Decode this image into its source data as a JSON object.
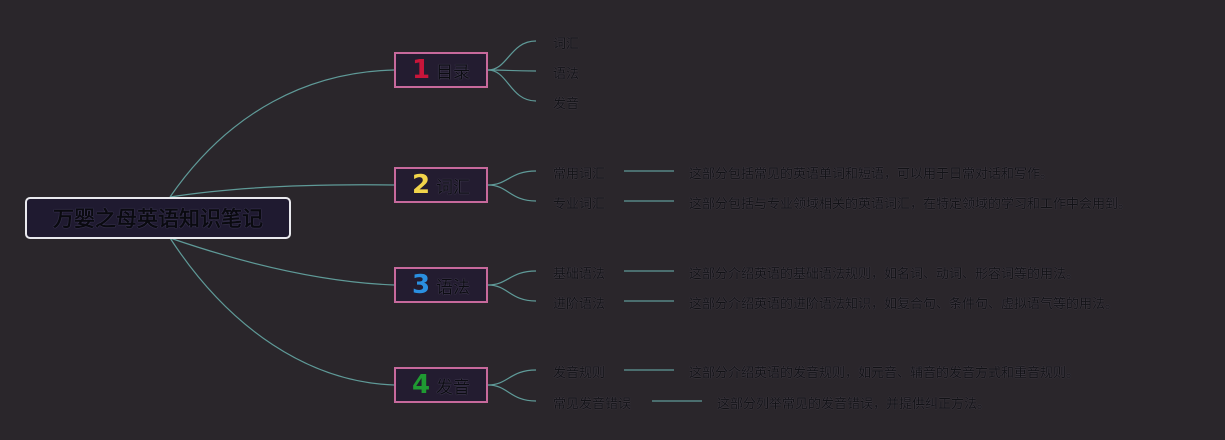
{
  "root": {
    "title": "万婴之母英语知识笔记"
  },
  "branches": [
    {
      "number": "1",
      "label": "目录",
      "number_color": "#c8153a",
      "children": [
        {
          "label": "词汇",
          "desc": ""
        },
        {
          "label": "语法",
          "desc": ""
        },
        {
          "label": "发音",
          "desc": ""
        }
      ]
    },
    {
      "number": "2",
      "label": "词汇",
      "number_color": "#f1d44a",
      "children": [
        {
          "label": "常用词汇",
          "desc": "这部分包括常见的英语单词和短语，可以用于日常对话和写作。"
        },
        {
          "label": "专业词汇",
          "desc": "这部分包括与专业领域相关的英语词汇，在特定领域的学习和工作中会用到。"
        }
      ]
    },
    {
      "number": "3",
      "label": "语法",
      "number_color": "#2a8fe0",
      "children": [
        {
          "label": "基础语法",
          "desc": "这部分介绍英语的基础语法规则，如名词、动词、形容词等的用法。"
        },
        {
          "label": "进阶语法",
          "desc": "这部分介绍英语的进阶语法知识，如复合句、条件句、虚拟语气等的用法。"
        }
      ]
    },
    {
      "number": "4",
      "label": "发音",
      "number_color": "#1f9a32",
      "children": [
        {
          "label": "发音规则",
          "desc": "这部分介绍英语的发音规则，如元音、辅音的发音方式和重音规则。"
        },
        {
          "label": "常见发音错误",
          "desc": "这部分列举常见的发音错误，并提供纠正方法。"
        }
      ]
    }
  ],
  "colors": {
    "connector": "#5f9a98",
    "branch_border": "#c7699c"
  }
}
